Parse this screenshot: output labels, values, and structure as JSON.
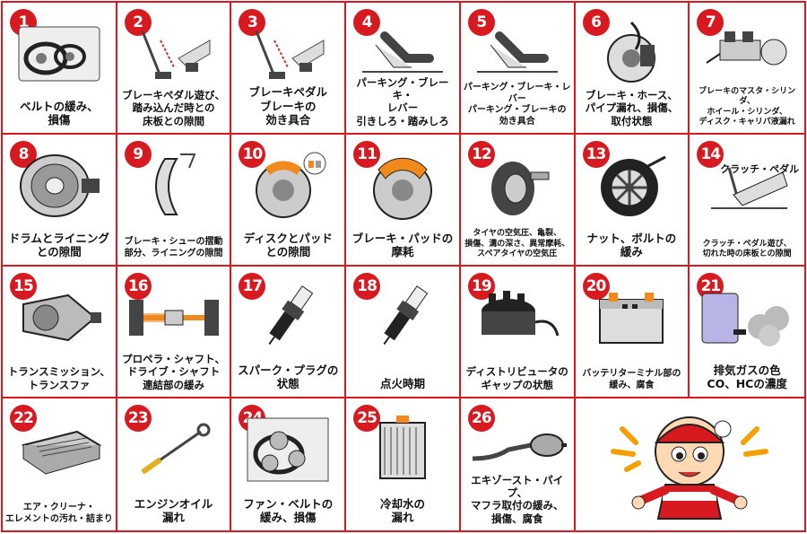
{
  "items": [
    {
      "num": "1",
      "label": "ベルトの緩み、\n損傷",
      "icon": "belt-engine-icon"
    },
    {
      "num": "2",
      "label": "ブレーキペダル遊び、\n踏み込んだ時との\n床板との隙間",
      "icon": "brake-pedal-icon"
    },
    {
      "num": "3",
      "label": "ブレーキペダル\nブレーキの\n効き具合",
      "icon": "brake-pedal-icon"
    },
    {
      "num": "4",
      "label": "パーキング・ブレーキ・\nレバー\n引きしろ・踏みしろ",
      "icon": "parking-brake-icon"
    },
    {
      "num": "5",
      "label": "パーキング・ブレーキ・レバー\nパーキング・ブレーキの\n効き具合",
      "icon": "parking-brake-icon"
    },
    {
      "num": "6",
      "label": "ブレーキ・ホース、\nパイプ漏れ、損傷、\n取付状態",
      "icon": "brake-hose-icon"
    },
    {
      "num": "7",
      "label": "ブレーキのマスタ・シリンダ、\nホイール・シリンダ、\nディスク・キャリパ液漏れ",
      "icon": "master-cylinder-icon"
    },
    {
      "num": "8",
      "label": "ドラムとライニング\nとの隙間",
      "icon": "brake-drum-icon"
    },
    {
      "num": "9",
      "label": "ブレーキ・シューの摺動\n部分、ライニングの隙間",
      "icon": "brake-shoe-icon"
    },
    {
      "num": "10",
      "label": "ディスクとパッド\nとの隙間",
      "icon": "disc-pad-gap-icon"
    },
    {
      "num": "11",
      "label": "ブレーキ・パッドの\n摩耗",
      "icon": "brake-pad-icon"
    },
    {
      "num": "12",
      "label": "タイヤの空気圧、亀裂、\n損傷、溝の深さ、異常摩耗、\nスペアタイヤの空気圧",
      "icon": "tire-gauge-icon"
    },
    {
      "num": "13",
      "label": "ナット、ボルトの\n緩み",
      "icon": "wheel-nut-icon"
    },
    {
      "num": "14",
      "label": "クラッチ・ペダル遊び、\n切れた時の床板との隙間",
      "icon": "clutch-pedal-icon",
      "top_label": "クラッチ・ペダル"
    },
    {
      "num": "15",
      "label": "トランスミッション、\nトランスファ",
      "icon": "transmission-icon"
    },
    {
      "num": "16",
      "label": "プロペラ・シャフト、\nドライブ・シャフト\n連結部の緩み",
      "icon": "propeller-shaft-icon"
    },
    {
      "num": "17",
      "label": "スパーク・プラグの\n状態",
      "icon": "spark-plug-icon"
    },
    {
      "num": "18",
      "label": "点火時期",
      "icon": "spark-plug-icon"
    },
    {
      "num": "19",
      "label": "ディストリビュータの\nギャップの状態",
      "icon": "distributor-icon"
    },
    {
      "num": "20",
      "label": "バッテリターミナル部の\n緩み、腐食",
      "icon": "battery-icon"
    },
    {
      "num": "21",
      "label": "排気ガスの色\nCO、HCの濃度",
      "icon": "exhaust-smoke-icon"
    },
    {
      "num": "22",
      "label": "エア・クリーナ・\nエレメントの汚れ・詰まり",
      "icon": "air-cleaner-icon"
    },
    {
      "num": "23",
      "label": "エンジンオイル\n漏れ",
      "icon": "dipstick-icon"
    },
    {
      "num": "24",
      "label": "ファン・ベルトの\n緩み、損傷",
      "icon": "fan-belt-icon"
    },
    {
      "num": "25",
      "label": "冷却水の\n漏れ",
      "icon": "radiator-icon"
    },
    {
      "num": "26",
      "label": "エキゾースト・パイプ、\nマフラ取付の緩み、\n損傷、腐食",
      "icon": "muffler-icon"
    }
  ],
  "mascot": {
    "icon": "mascot-character-icon",
    "accent": "#d71920",
    "burst": "#f5a000"
  },
  "colors": {
    "border": "#d71920",
    "badge": "#d71920",
    "orange": "#f08a1c",
    "grey": "#555555"
  }
}
